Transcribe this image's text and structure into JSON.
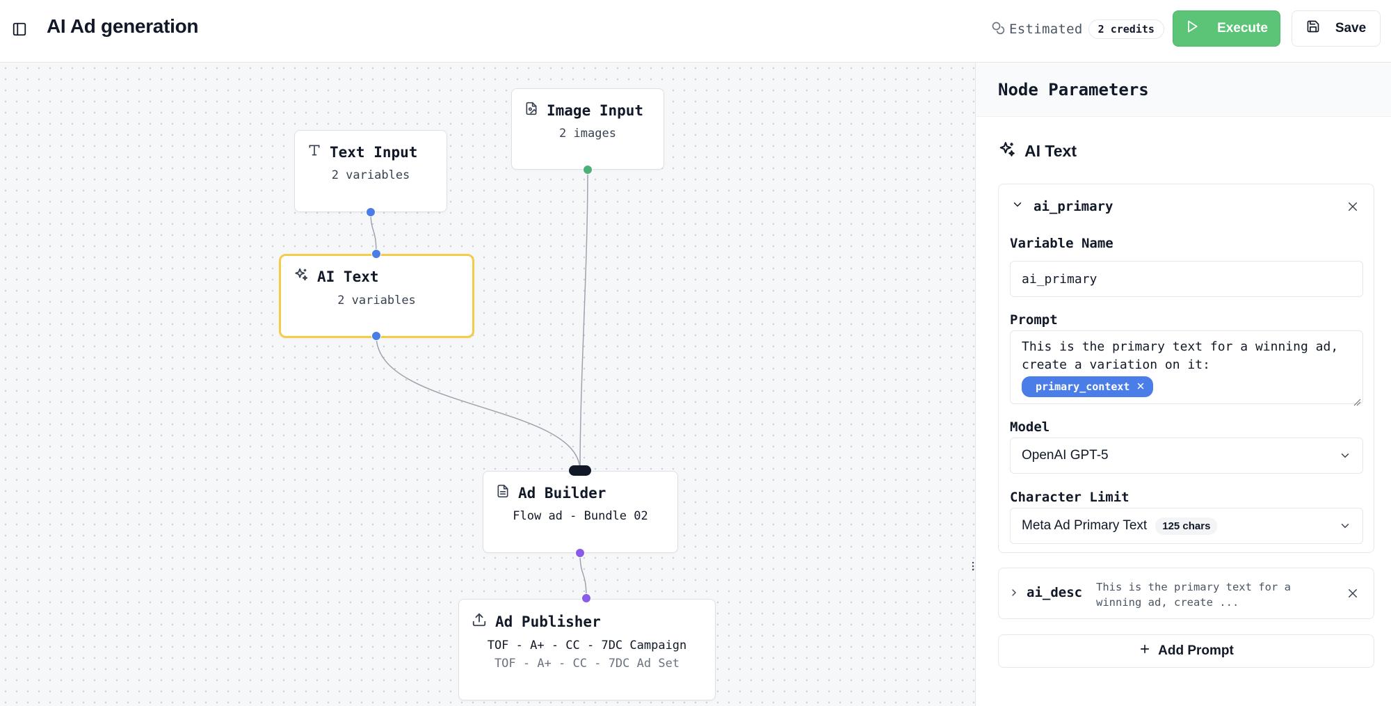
{
  "header": {
    "title": "AI Ad generation",
    "estimate_label": "Estimated",
    "credits": "2 credits",
    "execute_label": "Execute",
    "save_label": "Save"
  },
  "nodes": {
    "text_input": {
      "title": "Text Input",
      "subtitle": "2 variables"
    },
    "image_input": {
      "title": "Image Input",
      "subtitle": "2 images"
    },
    "ai_text": {
      "title": "AI Text",
      "subtitle": "2 variables"
    },
    "ad_builder": {
      "title": "Ad Builder",
      "subtitle": "Flow ad - Bundle 02"
    },
    "ad_publisher": {
      "title": "Ad Publisher",
      "campaign": "TOF - A+ - CC - 7DC Campaign",
      "ad_set": "TOF - A+ - CC - 7DC Ad Set"
    }
  },
  "panel": {
    "title": "Node Parameters",
    "node_type": "AI Text",
    "prompts": [
      {
        "name": "ai_primary",
        "variable_label": "Variable Name",
        "variable_value": "ai_primary",
        "prompt_label": "Prompt",
        "prompt_text": "This is the primary text for a winning ad, create a variation on it:",
        "prompt_chip": "primary_context",
        "model_label": "Model",
        "model_value": "OpenAI GPT-5",
        "limit_label": "Character Limit",
        "limit_value": "Meta Ad Primary Text",
        "limit_badge": "125 chars"
      },
      {
        "name": "ai_desc",
        "preview": "This is the primary text for a winning ad, create ..."
      }
    ],
    "add_prompt_label": "Add Prompt"
  },
  "colors": {
    "execute": "#5cc476",
    "selected_border": "#f5cc47",
    "handle_blue": "#4a7de8",
    "handle_green": "#4caf78",
    "handle_purple": "#8a5ae8",
    "chip": "#4a7de8"
  }
}
